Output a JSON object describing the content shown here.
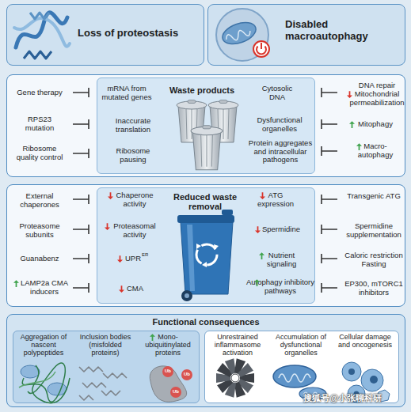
{
  "diagram": {
    "nodes": [
      {
        "text": [
          "Loss of proteostasis"
        ]
      },
      {
        "text": [
          "Disabled macroautophagy"
        ]
      },
      {
        "text": [
          "Gene therapy",
          "RPS23 mutation",
          "Ribosome quality control",
          "DNA repair",
          "Mitochondrial permeabilization",
          "Mitophagy",
          "Macro-autophagy"
        ]
      },
      {
        "text": [
          "mRNA from mutated genes",
          "Inaccurate translation",
          "Ribosome pausing",
          "Waste products",
          "Cytosolic DNA",
          "Dysfunctional organelles",
          "Protein aggregates and intracellular pathogens"
        ],
        "in": 2
      },
      {
        "text": [
          "External chaperones",
          "Proteasome subunits",
          "Guanabenz",
          "LAMP2a CMA inducers",
          "Transgenic ATG",
          "Spermidine supplementation",
          "Caloric restriction Fasting",
          "EP300, mTORC1 inhibitors"
        ]
      },
      {
        "text": [
          "Chaperone activity",
          "Proteasomal activity",
          "UPR",
          "ER",
          "CMA",
          "Reduced waste removal",
          "ATG expression",
          "Spermidine",
          "Nutrient signaling",
          "Autophagy inhibitory pathways"
        ],
        "in": 4
      },
      {
        "text": [
          "Functional consequences"
        ]
      },
      {
        "text": [
          "Aggregation of nascent polypeptides",
          "Inclusion bodies (misfolded proteins)",
          "Mono-ubiquitinylated proteins"
        ],
        "in": 6
      },
      {
        "text": [
          "Unrestrained inflammasome activation",
          "Accumulation of dysfunctional organelles",
          "Cellular damage and oncogenesis"
        ],
        "in": 6
      }
    ],
    "labels": [
      "Ub",
      "Ub",
      "Ub",
      "搜狐号@小张聊科研"
    ]
  }
}
